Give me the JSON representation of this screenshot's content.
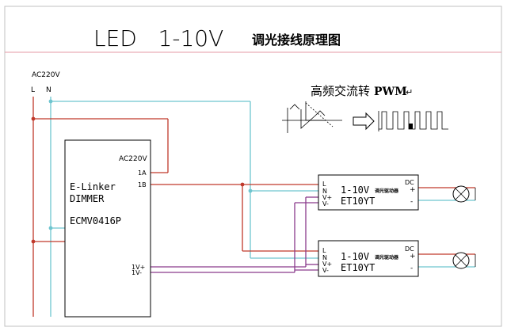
{
  "title": {
    "latin": "LED   1-10V",
    "cn": "调光接线原理图"
  },
  "supply": {
    "label": "AC220V",
    "l": "L",
    "n": "N"
  },
  "pwm": {
    "cn": "高频交流转",
    "en": "PWM"
  },
  "dimmer": {
    "name1": "E-Linker",
    "name2": "DIMMER",
    "model": "ECMV0416P",
    "ac_label": "AC220V",
    "pin_1a": "1A",
    "pin_1b": "1B",
    "pin_1vp": "1V+",
    "pin_1vm": "1V-"
  },
  "drivers": [
    {
      "pin_l": "L",
      "pin_n": "N",
      "pin_vp": "V+",
      "pin_vm": "V-",
      "title": "1-10V",
      "title_cn": "调光驱动器",
      "model": "ET10YT",
      "dc": "DC",
      "plus": "+",
      "minus": "-"
    },
    {
      "pin_l": "L",
      "pin_n": "N",
      "pin_vp": "V+",
      "pin_vm": "V-",
      "title": "1-10V",
      "title_cn": "调光驱动器",
      "model": "ET10YT",
      "dc": "DC",
      "plus": "+",
      "minus": "-"
    }
  ],
  "colors": {
    "live": "#c0392b",
    "neutral": "#6ec5cf",
    "dim": "#8a3a8c",
    "frame": "#e49aa6"
  }
}
